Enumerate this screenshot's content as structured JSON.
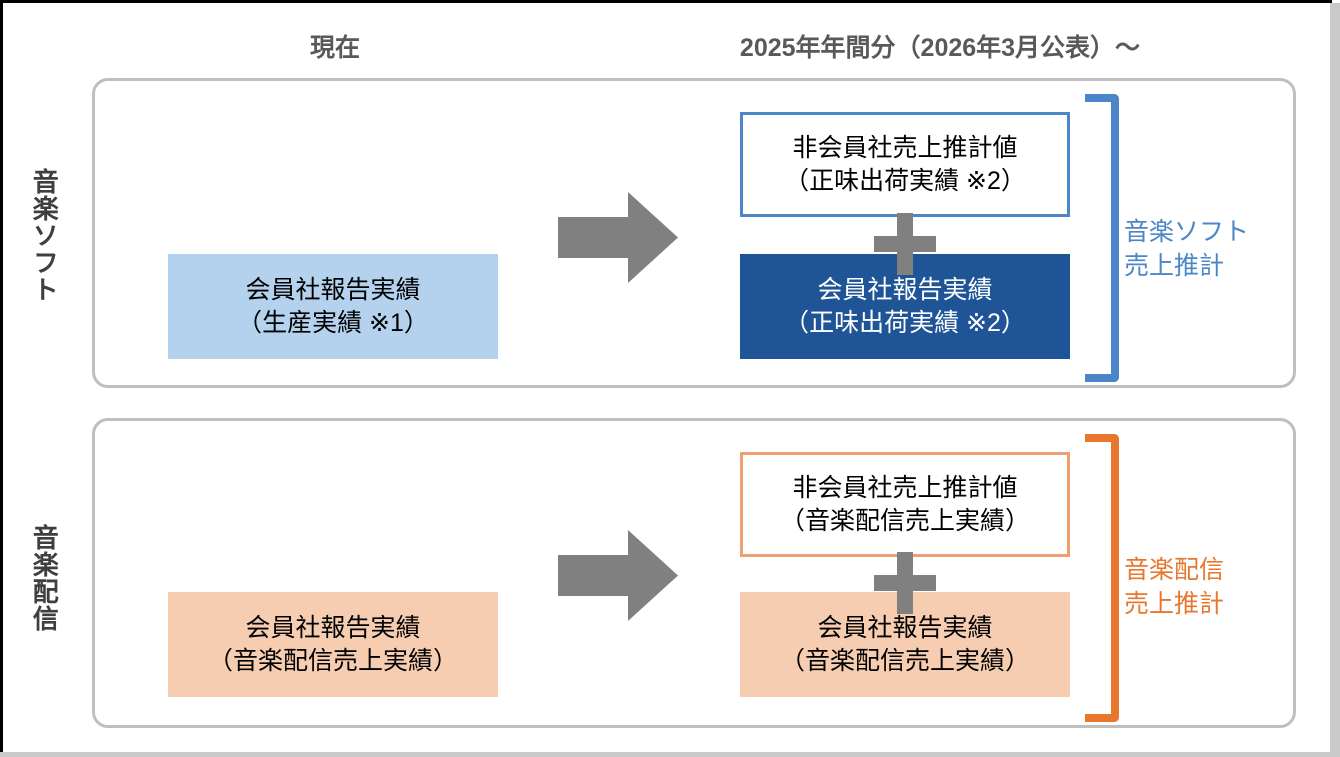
{
  "headers": {
    "current": "現在",
    "future": "2025年年間分（2026年3月公表）〜"
  },
  "rows": [
    {
      "id": "software",
      "label": "音楽ソフト",
      "accent_color": "#4a86c8",
      "current_box": {
        "line1": "会員社報告実績",
        "line2": "（生産実績 ※1）",
        "fill": "#b4d2ee",
        "text_color": "#000000"
      },
      "future_top_box": {
        "line1": "非会員社売上推計値",
        "line2": "（正味出荷実績 ※2）",
        "fill": "#ffffff",
        "border": "#4a86c8",
        "text_color": "#000000"
      },
      "future_bottom_box": {
        "line1": "会員社報告実績",
        "line2": "（正味出荷実績 ※2）",
        "fill": "#1f5597",
        "text_color": "#ffffff"
      },
      "summary": {
        "line1": "音楽ソフト",
        "line2": "売上推計",
        "color": "#4a86c8"
      }
    },
    {
      "id": "streaming",
      "label": "音楽配信",
      "accent_color": "#e8762c",
      "current_box": {
        "line1": "会員社報告実績",
        "line2": "（音楽配信売上実績）",
        "fill": "#f7cdb2",
        "text_color": "#000000"
      },
      "future_top_box": {
        "line1": "非会員社売上推計値",
        "line2": "（音楽配信売上実績）",
        "fill": "#ffffff",
        "border": "#f0a070",
        "text_color": "#000000"
      },
      "future_bottom_box": {
        "line1": "会員社報告実績",
        "line2": "（音楽配信売上実績）",
        "fill": "#f7cdb2",
        "text_color": "#000000"
      },
      "summary": {
        "line1": "音楽配信",
        "line2": "売上推計",
        "color": "#e8762c"
      }
    }
  ],
  "symbols": {
    "arrow": "右向き矢印",
    "plus": "＋",
    "arrow_color": "#808080",
    "plus_color": "#808080"
  }
}
